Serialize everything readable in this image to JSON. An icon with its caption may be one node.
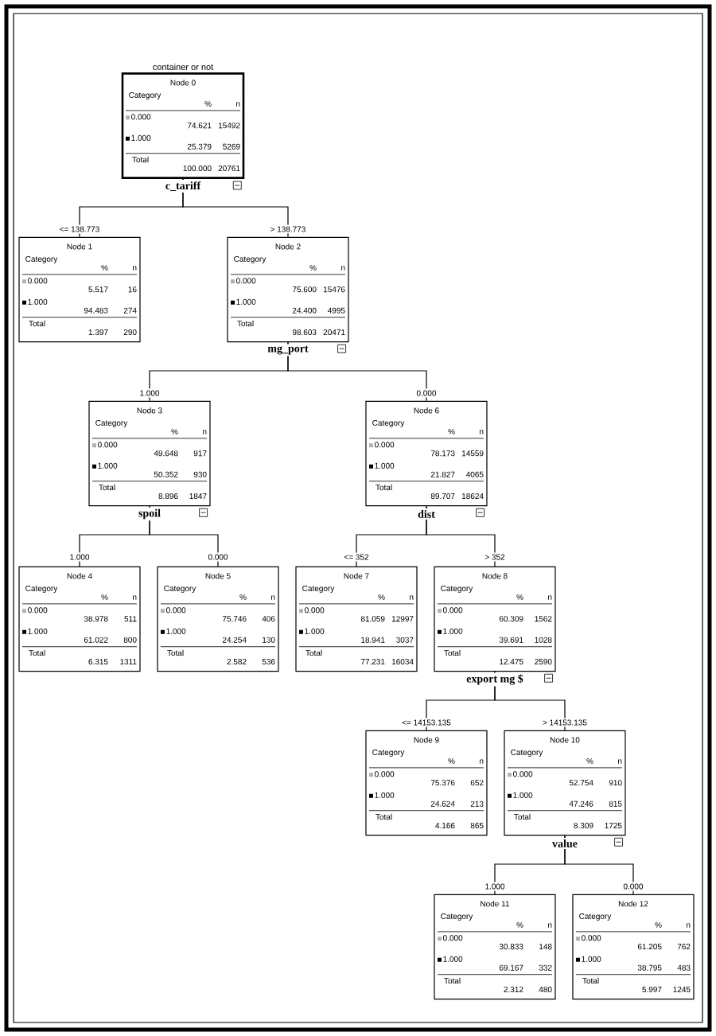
{
  "diagram": {
    "title": "container or not",
    "nodes": [
      {
        "text": [
          "Node 0",
          "Category",
          "%",
          "n",
          "0.000",
          "74.621",
          "15492",
          "1.000",
          "25.379",
          "5269",
          "Total",
          "100.000",
          "20761"
        ],
        "beside": [
          "c_tariff"
        ]
      },
      {
        "text": [
          "Node 1",
          "Category",
          "%",
          "n",
          "0.000",
          "5.517",
          "16",
          "1.000",
          "94.483",
          "274",
          "Total",
          "1.397",
          "290"
        ]
      },
      {
        "text": [
          "Node 2",
          "Category",
          "%",
          "n",
          "0.000",
          "75.600",
          "15476",
          "1.000",
          "24.400",
          "4995",
          "Total",
          "98.603",
          "20471"
        ],
        "beside": [
          "mg_port"
        ]
      },
      {
        "text": [
          "Node 3",
          "Category",
          "%",
          "n",
          "0.000",
          "49.648",
          "917",
          "1.000",
          "50.352",
          "930",
          "Total",
          "8.896",
          "1847"
        ],
        "beside": [
          "spoil"
        ]
      },
      {
        "text": [
          "Node 4",
          "Category",
          "%",
          "n",
          "0.000",
          "38.978",
          "511",
          "1.000",
          "61.022",
          "800",
          "Total",
          "6.315",
          "1311"
        ]
      },
      {
        "text": [
          "Node 5",
          "Category",
          "%",
          "n",
          "0.000",
          "75.746",
          "406",
          "1.000",
          "24.254",
          "130",
          "Total",
          "2.582",
          "536"
        ]
      },
      {
        "text": [
          "Node 6",
          "Category",
          "%",
          "n",
          "0.000",
          "78.173",
          "14559",
          "1.000",
          "21.827",
          "4065",
          "Total",
          "89.707",
          "18624"
        ],
        "beside": [
          "dist"
        ]
      },
      {
        "text": [
          "Node 7",
          "Category",
          "%",
          "n",
          "0.000",
          "81.059",
          "12997",
          "1.000",
          "18.941",
          "3037",
          "Total",
          "77.231",
          "16034"
        ]
      },
      {
        "text": [
          "Node 8",
          "Category",
          "%",
          "n",
          "0.000",
          "60.309",
          "1562",
          "1.000",
          "39.691",
          "1028",
          "Total",
          "12.475",
          "2590"
        ],
        "beside": [
          "export mg $"
        ]
      },
      {
        "text": [
          "Node 9",
          "Category",
          "%",
          "n",
          "0.000",
          "75.376",
          "652",
          "1.000",
          "24.624",
          "213",
          "Total",
          "4.166",
          "865"
        ]
      },
      {
        "text": [
          "Node 10",
          "Category",
          "%",
          "n",
          "0.000",
          "52.754",
          "910",
          "1.000",
          "47.246",
          "815",
          "Total",
          "8.309",
          "1725"
        ],
        "beside": [
          "value"
        ]
      },
      {
        "text": [
          "Node 11",
          "Category",
          "%",
          "n",
          "0.000",
          "30.833",
          "148",
          "1.000",
          "69.167",
          "332",
          "Total",
          "2.312",
          "480"
        ]
      },
      {
        "text": [
          "Node 12",
          "Category",
          "%",
          "n",
          "0.000",
          "61.205",
          "762",
          "1.000",
          "38.795",
          "483",
          "Total",
          "5.997",
          "1245"
        ]
      }
    ],
    "edges": [
      {
        "from": 0,
        "to": 1,
        "arrow": "none",
        "label": "<= 138.773"
      },
      {
        "from": 0,
        "to": 2,
        "arrow": "none",
        "label": "> 138.773"
      },
      {
        "from": 2,
        "to": 3,
        "arrow": "none",
        "label": "1.000"
      },
      {
        "from": 2,
        "to": 6,
        "arrow": "none",
        "label": "0.000"
      },
      {
        "from": 3,
        "to": 4,
        "arrow": "none",
        "label": "1.000"
      },
      {
        "from": 3,
        "to": 5,
        "arrow": "none",
        "label": "0.000"
      },
      {
        "from": 6,
        "to": 7,
        "arrow": "none",
        "label": "<= 352"
      },
      {
        "from": 6,
        "to": 8,
        "arrow": "none",
        "label": "> 352"
      },
      {
        "from": 8,
        "to": 9,
        "arrow": "none",
        "label": "<= 14153.135"
      },
      {
        "from": 8,
        "to": 10,
        "arrow": "none",
        "label": "> 14153.135"
      },
      {
        "from": 10,
        "to": 11,
        "arrow": "none",
        "label": "1.000"
      },
      {
        "from": 10,
        "to": 12,
        "arrow": "none",
        "label": "0.000"
      }
    ]
  }
}
